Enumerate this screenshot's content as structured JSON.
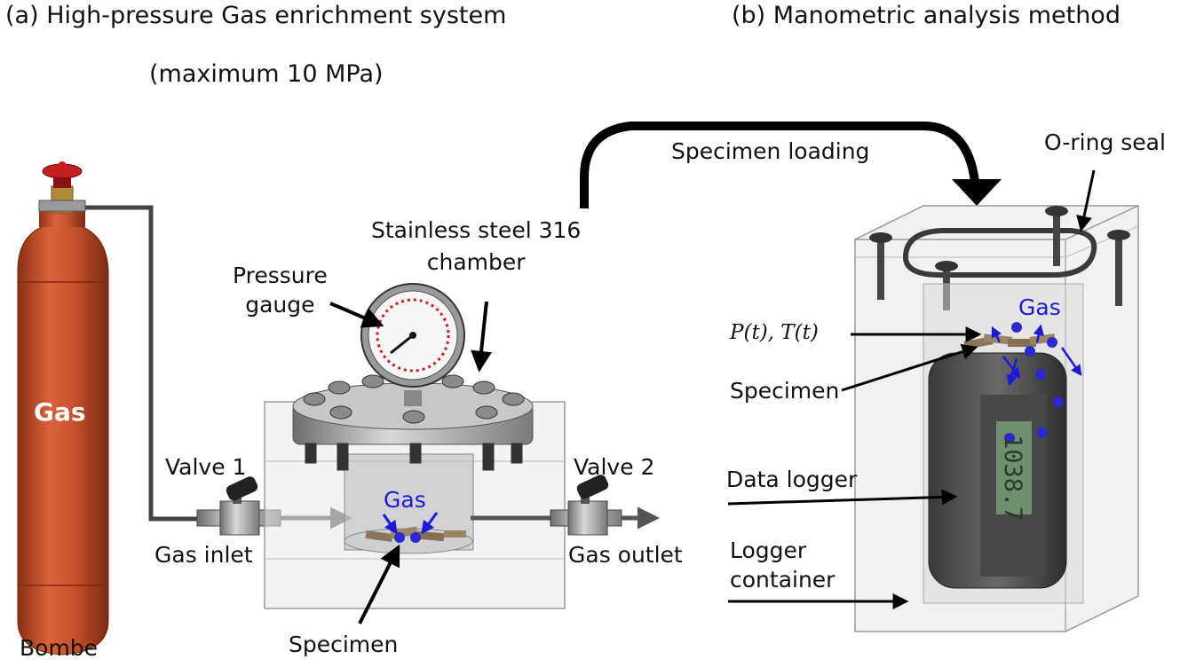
{
  "panel_a": {
    "title": "(a) High-pressure Gas enrichment system",
    "subtitle": "(maximum 10 MPa)",
    "cylinder_label": "Gas",
    "bombe_label": "Bombe",
    "pressure_gauge_label": "Pressure\ngauge",
    "chamber_label": "Stainless steel 316\nchamber",
    "valve1_label": "Valve 1",
    "valve2_label": "Valve 2",
    "gas_inlet_label": "Gas inlet",
    "gas_outlet_label": "Gas outlet",
    "gas_in_chamber_label": "Gas",
    "specimen_label": "Specimen"
  },
  "panel_b": {
    "title": "(b) Manometric analysis method",
    "loading_label": "Specimen loading",
    "oring_label": "O-ring seal",
    "gas_label": "Gas",
    "pt_label": "P(t), T(t)",
    "specimen_label": "Specimen",
    "data_logger_label": "Data logger",
    "logger_container_label": "Logger\ncontainer",
    "display_value": "1038.7"
  },
  "colors": {
    "cylinder": "#c9532d",
    "gas_arrows": "#1a1adb",
    "gas_molecules": "#2a2ad0",
    "line": "#000000",
    "lcd": "#6f8f6f"
  }
}
